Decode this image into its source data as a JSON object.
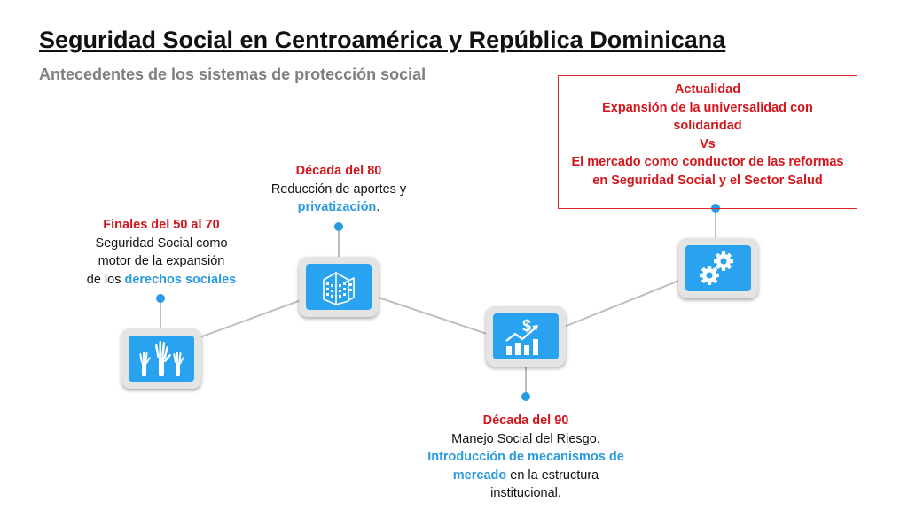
{
  "header": {
    "title": "Seguridad Social en Centroamérica y República Dominicana",
    "subtitle": "Antecedentes de los sistemas de protección social"
  },
  "milestones": [
    {
      "heading": "Finales del 50 al 70",
      "line1": "Seguridad Social como",
      "line2": "motor de la expansión",
      "line3_prefix": "de los ",
      "line3_highlight": "derechos sociales",
      "icon": "raised-hands-icon"
    },
    {
      "heading": "Década del 80",
      "line1": "Reducción de aportes y",
      "line2_highlight": "privatización",
      "line2_suffix": ".",
      "icon": "buildings-icon"
    },
    {
      "heading": "Década del 90",
      "line1": "Manejo Social del Riesgo.",
      "line2_highlight": "Introducción de mecanismos de",
      "line3_highlight": "mercado",
      "line3_suffix": " en la estructura",
      "line4": "institucional.",
      "icon": "finance-growth-icon"
    },
    {
      "line1": "Actualidad",
      "line2": "Expansión de la universalidad con",
      "line3": "solidaridad",
      "line4": "Vs",
      "line5": "El mercado como conductor de las reformas",
      "line6": "en Seguridad Social y el Sector Salud",
      "icon": "gears-icon"
    }
  ],
  "colors": {
    "heading_red": "#d4161c",
    "highlight_blue": "#2a9be0",
    "icon_blue": "#29a3f0",
    "connector_gray": "#bfbfbf"
  }
}
